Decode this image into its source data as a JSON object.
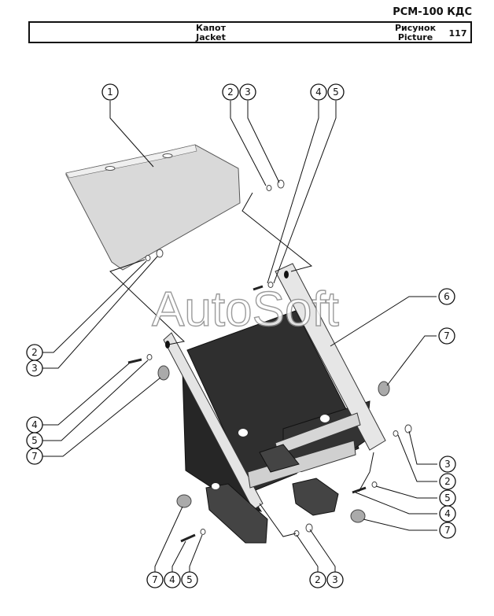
{
  "header": {
    "model": "РСМ-100 КДС",
    "title_ru": "Капот",
    "title_en": "Jacket",
    "picture_ru": "Рисунок",
    "picture_en": "Picture",
    "picture_number": "117"
  },
  "watermark": "AutoSoft",
  "callouts": [
    "1",
    "2",
    "3",
    "4",
    "5",
    "2",
    "3",
    "6",
    "7",
    "4",
    "5",
    "7",
    "3",
    "2",
    "5",
    "4",
    "7",
    "7",
    "4",
    "5",
    "2",
    "3"
  ],
  "colors": {
    "panel_light": "#d9d9d9",
    "frame_dark": "#3a3a3a",
    "bracket_light": "#e6e6e6"
  }
}
